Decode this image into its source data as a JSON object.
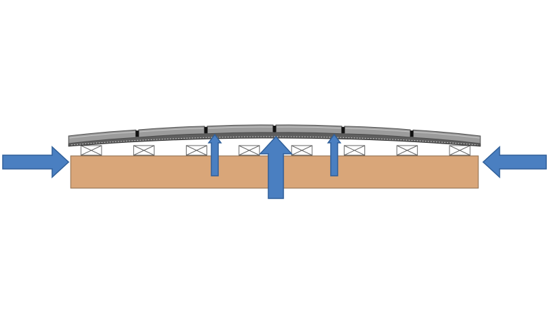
{
  "diagram": {
    "colors": {
      "background": "#ffffff",
      "subfloor": "#D9A679",
      "subfloor_stroke": "#8A6A4A",
      "underlayment": "#5E5E5E",
      "underlayment_stroke": "#333333",
      "board_top": "#9C9C9C",
      "board_stroke": "#4D4D4D",
      "board_gap": "#111111",
      "arrow_fill": "#4A7FC1",
      "arrow_stroke": "#2F5F99",
      "batten_stroke": "#666666"
    },
    "components": [
      {
        "key": "planks",
        "icon": "floor-plank-icon",
        "count": 6
      },
      {
        "key": "underlayment",
        "icon": "underlayment-layer-icon"
      },
      {
        "key": "battens",
        "icon": "batten-cross-icon",
        "count": 8
      },
      {
        "key": "subfloor",
        "icon": "subfloor-slab-icon"
      }
    ],
    "arrows": [
      {
        "key": "left-push",
        "icon": "arrow-right-icon",
        "direction": "right"
      },
      {
        "key": "right-push",
        "icon": "arrow-left-icon",
        "direction": "left"
      },
      {
        "key": "center-lift",
        "icon": "arrow-up-icon",
        "direction": "up",
        "strength": "large"
      },
      {
        "key": "left-lift",
        "icon": "arrow-up-icon",
        "direction": "up",
        "strength": "small"
      },
      {
        "key": "right-lift",
        "icon": "arrow-up-icon",
        "direction": "up",
        "strength": "small"
      }
    ]
  }
}
